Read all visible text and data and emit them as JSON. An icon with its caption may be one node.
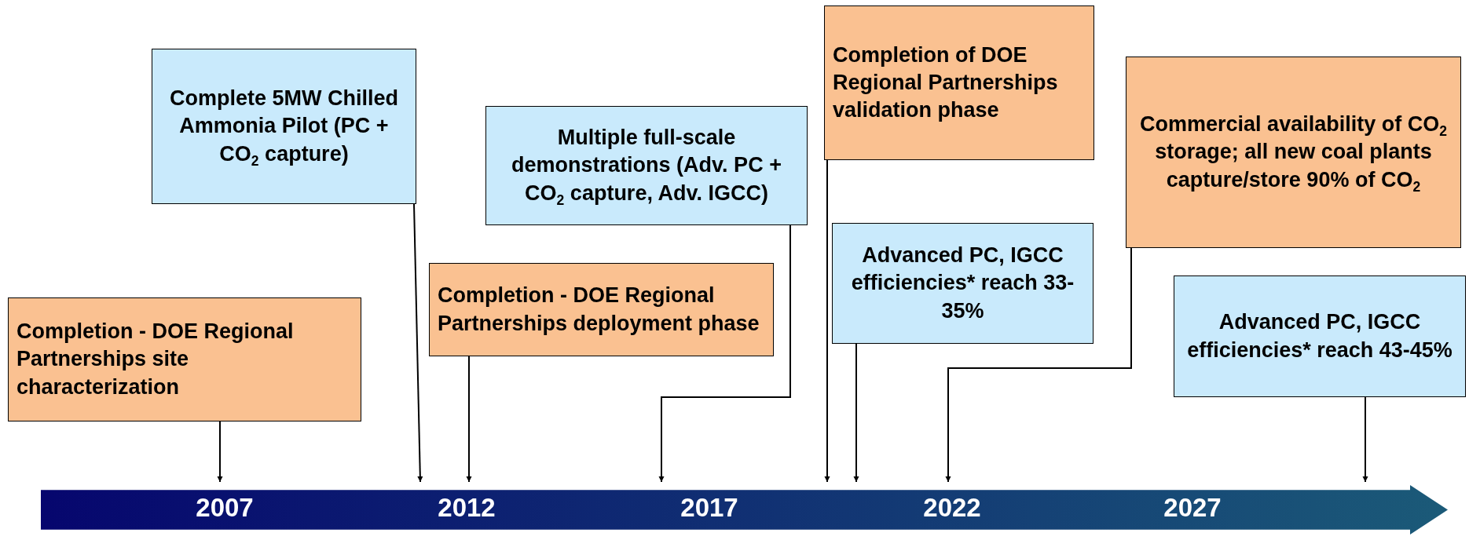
{
  "diagram": {
    "nodes": [
      {
        "text": [
          "Completion - DOE Regional Partnerships site characterization"
        ]
      },
      {
        "text": [
          "Complete 5MW Chilled Ammonia Pilot (PC + CO$_{2}$ capture)"
        ]
      },
      {
        "text": [
          "Multiple full-scale demonstrations (Adv. PC + CO$_{2}$ capture, Adv. IGCC)"
        ]
      },
      {
        "text": [
          "Completion - DOE Regional Partnerships deployment phase"
        ]
      },
      {
        "text": [
          "Completion of DOE Regional Partnerships validation phase"
        ]
      },
      {
        "text": [
          "Advanced PC, IGCC efficiencies* reach 33-35%"
        ]
      },
      {
        "text": [
          "Commercial availability of CO$_{2}$ storage; all new coal plants capture/store 90% of CO$_{2}$"
        ]
      },
      {
        "text": [
          "Advanced PC, IGCC efficiencies* reach 43-45%"
        ]
      },
      {
        "text": [
          "2007",
          "2012",
          "2017",
          "2022",
          "2027"
        ]
      }
    ],
    "edges": [
      {
        "from": 0,
        "to": 8,
        "arrow": "to"
      },
      {
        "from": 1,
        "to": 8,
        "arrow": "to"
      },
      {
        "from": 3,
        "to": 8,
        "arrow": "to"
      },
      {
        "from": 2,
        "to": 8,
        "arrow": "to"
      },
      {
        "from": 4,
        "to": 8,
        "arrow": "to"
      },
      {
        "from": 5,
        "to": 8,
        "arrow": "to"
      },
      {
        "from": 6,
        "to": 8,
        "arrow": "to"
      },
      {
        "from": 7,
        "to": 8,
        "arrow": "to"
      }
    ]
  }
}
